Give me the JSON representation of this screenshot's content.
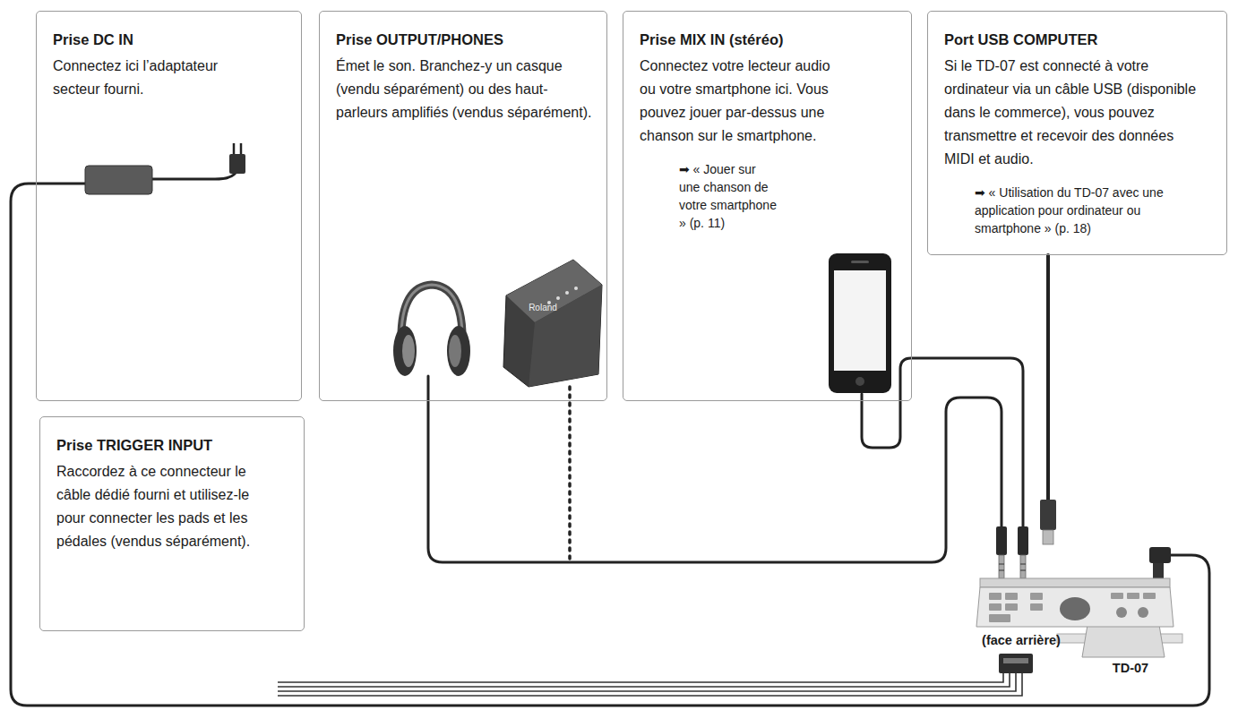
{
  "diagram": {
    "nodes": [
      {
        "text": [
          "Prise DC IN",
          "Connectez ici l’adaptateur secteur fourni."
        ]
      },
      {
        "text": [
          "Prise OUTPUT/PHONES",
          "Émet le son. Branchez-y un casque (vendu séparément) ou des haut-parleurs amplifiés (vendus séparément)."
        ]
      },
      {
        "text": [
          "Prise MIX IN (stéréo)",
          "Connectez votre lecteur audio ou votre smartphone ici. Vous pouvez jouer par-dessus une chanson sur le smartphone.",
          "➡ « Jouer sur une chanson de votre smartphone » (p. 11)"
        ]
      },
      {
        "text": [
          "Port USB COMPUTER",
          "Si le TD-07 est connecté à votre ordinateur via un câble USB (disponible dans le commerce), vous pouvez transmettre et recevoir des données MIDI et audio.",
          "➡ « Utilisation du TD-07 avec une application pour ordinateur ou smartphone » (p. 18)"
        ]
      },
      {
        "text": [
          "Prise TRIGGER INPUT",
          "Raccordez à ce connecteur le câble dédié fourni et utilisez-le pour connecter les pads et les pédales (vendus séparément)."
        ]
      }
    ],
    "labels": [
      "(face arrière)",
      "TD-07",
      "Roland"
    ]
  }
}
